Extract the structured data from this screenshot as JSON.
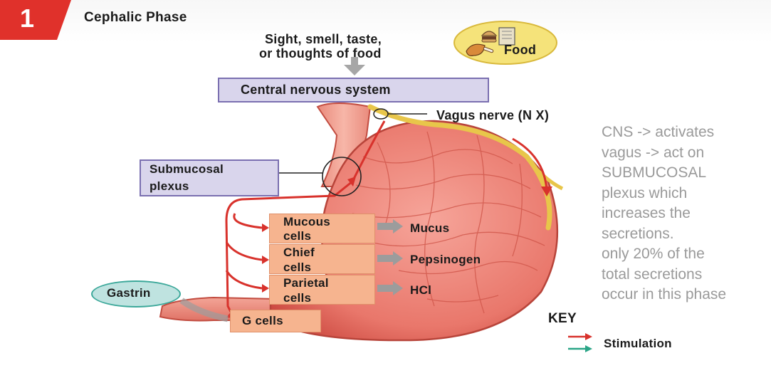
{
  "step_number": "1",
  "phase_title": "Cephalic Phase",
  "stimulus_line1": "Sight, smell, taste,",
  "stimulus_line2": "or thoughts of food",
  "food_label": "Food",
  "cns_label": "Central nervous system",
  "vagus_label": "Vagus nerve (N X)",
  "submucosal_label_line1": "Submucosal",
  "submucosal_label_line2": "plexus",
  "cells": [
    {
      "line1": "Mucous",
      "line2": "cells",
      "product": "Mucus"
    },
    {
      "line1": "Chief",
      "line2": "cells",
      "product": "Pepsinogen"
    },
    {
      "line1": "Parietal",
      "line2": "cells",
      "product": "HCl"
    }
  ],
  "g_cells_label": "G cells",
  "gastrin_label": "Gastrin",
  "key": {
    "title": "KEY",
    "stimulation_label": "Stimulation",
    "stimulation_color": "#d8322c",
    "secondary_color": "#2aa587"
  },
  "note_lines": [
    "CNS -> activates",
    "vagus -> act on",
    "SUBMUCOSAL",
    "plexus which",
    "increases the",
    "secretions.",
    "only 20% of the",
    "total secretions",
    "occur in this phase"
  ],
  "colors": {
    "step_badge": "#e0312b",
    "cns_box_fill": "#d9d5ec",
    "cns_box_border": "#7a6fb0",
    "cell_box_fill": "#f6b48f",
    "gastrin_fill": "#bfe3e0",
    "gastrin_border": "#3ca89a",
    "stomach": "#e9776b",
    "nerve": "#e8c64a"
  }
}
